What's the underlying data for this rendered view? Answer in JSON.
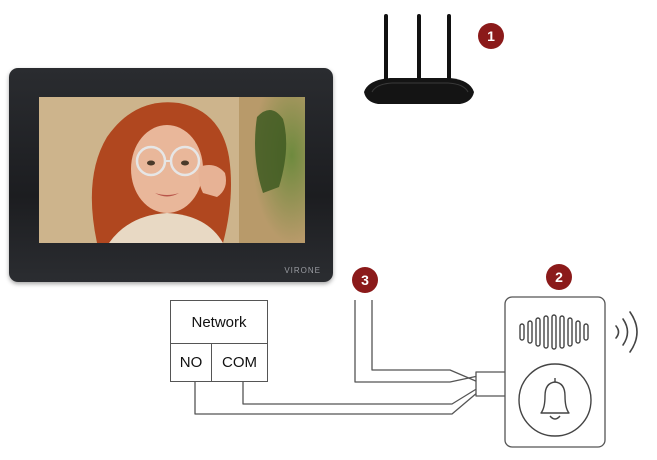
{
  "markers": [
    {
      "number": "1",
      "component": "router"
    },
    {
      "number": "2",
      "component": "outdoor-station"
    },
    {
      "number": "3",
      "component": "cable"
    }
  ],
  "monitor": {
    "brand": "VIRONE"
  },
  "relay": {
    "header": "Network",
    "no_label": "NO",
    "com_label": "COM"
  },
  "colors": {
    "marker": "#8b1a1a",
    "monitor_frame": "#1f2023",
    "line": "#555555"
  },
  "icons": [
    "router-icon",
    "bell-icon",
    "speaker-grille-icon",
    "sound-waves-icon"
  ]
}
